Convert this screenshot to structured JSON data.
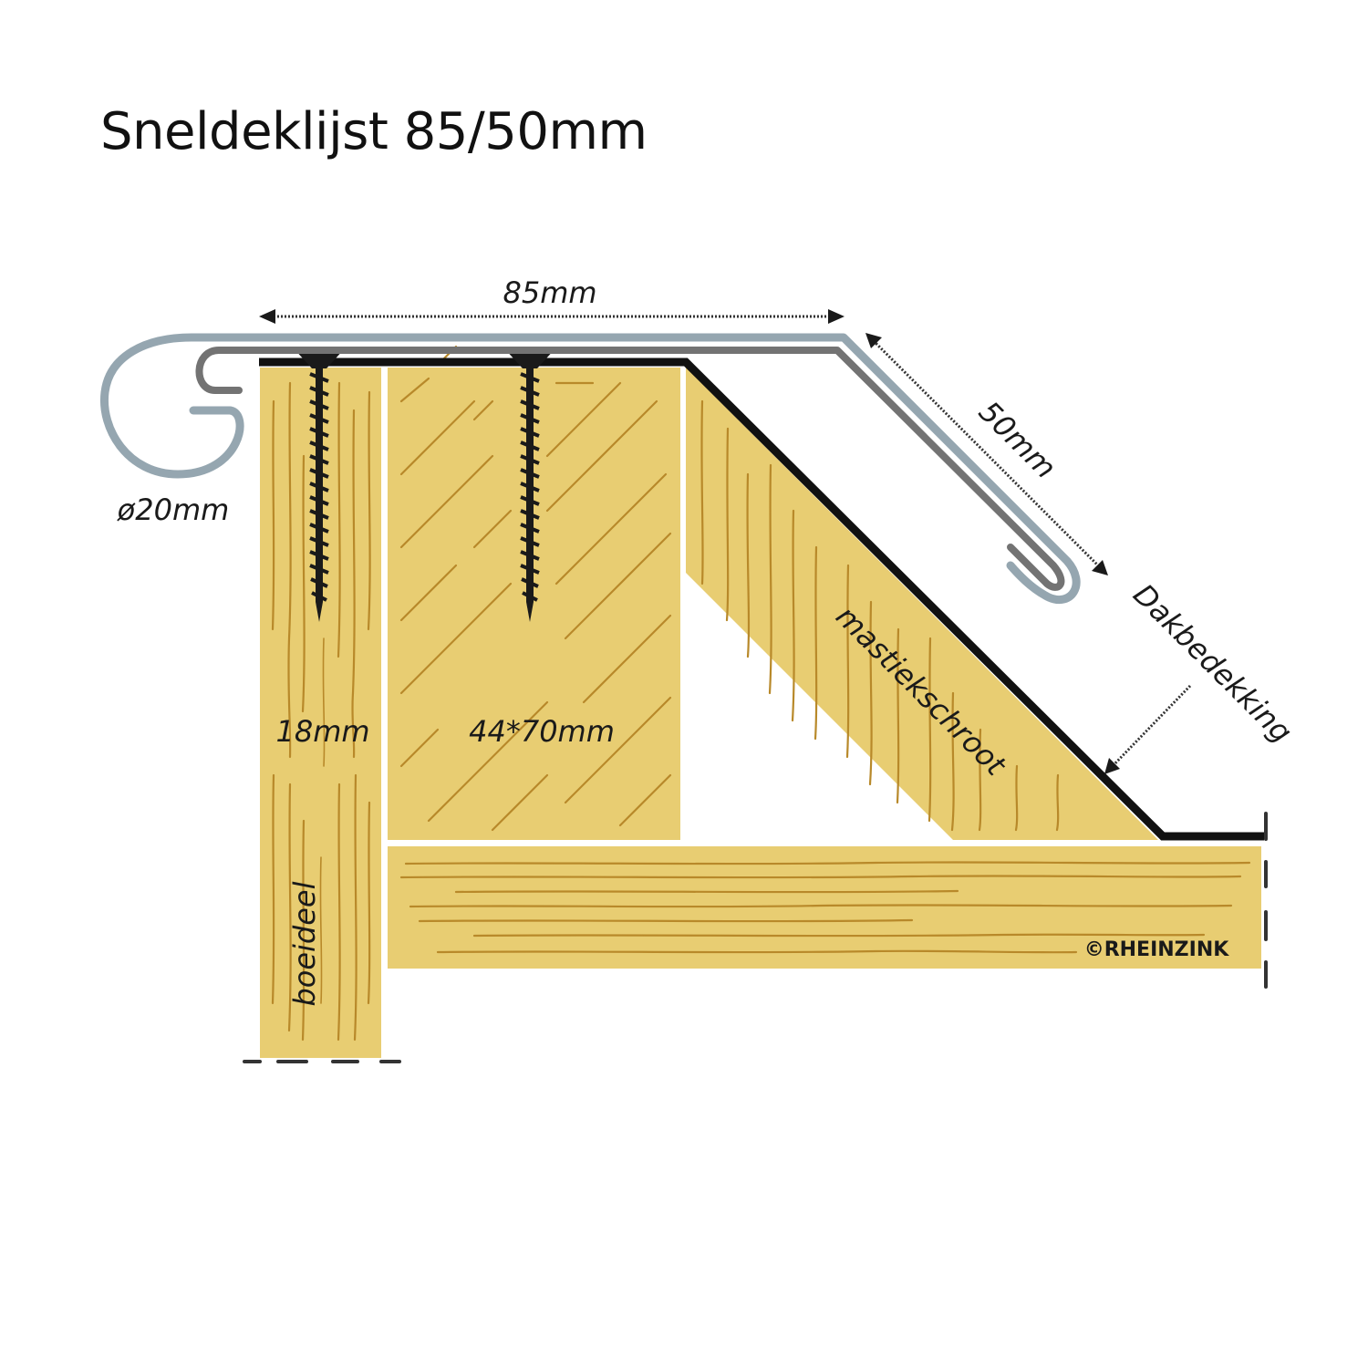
{
  "title": "Sneldeklijst 85/50mm",
  "labels": {
    "width_top": "85mm",
    "width_slope": "50mm",
    "diameter": "ø20mm",
    "fascia_thickness": "18mm",
    "beam_size": "44*70mm",
    "fascia_name": "boeideel",
    "fillet_name": "mastiekschroot",
    "roofing_name": "Dakbedekking"
  },
  "copyright": "©RHEINZINK",
  "colors": {
    "wood": "#e8cd72",
    "grain": "#b8892a",
    "zinc_outer": "#95a6b0",
    "zinc_inner": "#737373",
    "roofing": "#111111"
  }
}
